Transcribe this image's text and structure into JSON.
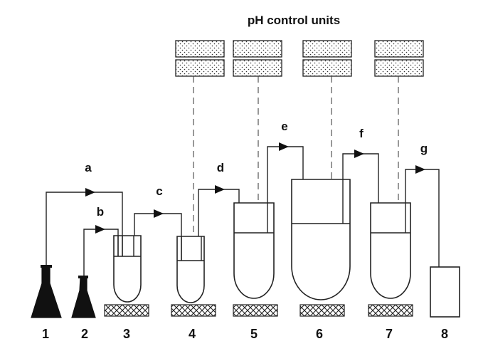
{
  "title": "pH control units",
  "flow_labels": [
    "a",
    "b",
    "c",
    "d",
    "e",
    "f",
    "g"
  ],
  "vessel_numbers": [
    "1",
    "2",
    "3",
    "4",
    "5",
    "6",
    "7",
    "8"
  ]
}
